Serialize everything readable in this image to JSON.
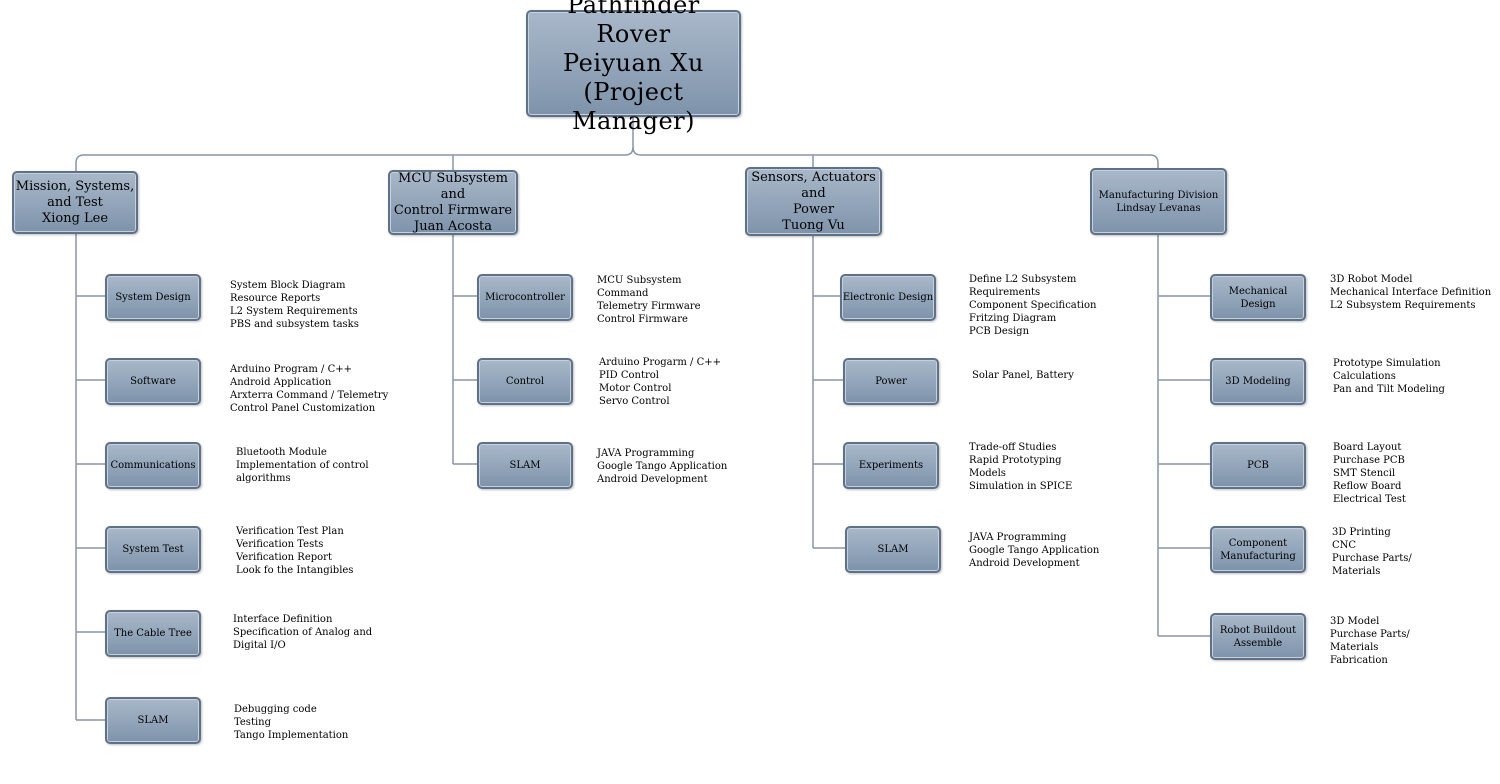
{
  "root": {
    "label": "Pathfinder  Rover\nPeiyuan Xu\n(Project Manager)"
  },
  "divisions": [
    {
      "label": "Mission, Systems,\nand Test\nXiong Lee",
      "tasks": [
        {
          "label": "System Design",
          "notes": "System Block Diagram\nResource Reports\nL2 System Requirements\nPBS and subsystem tasks"
        },
        {
          "label": "Software",
          "notes": "Arduino Program / C++\nAndroid Application\nArxterra Command / Telemetry\nControl Panel Customization"
        },
        {
          "label": "Communications",
          "notes": "Bluetooth Module\nImplementation of control\nalgorithms"
        },
        {
          "label": "System Test",
          "notes": "Verification Test Plan\nVerification Tests\nVerification Report\nLook fo the Intangibles"
        },
        {
          "label": "The Cable Tree",
          "notes": "Interface Definition\nSpecification of Analog and\nDigital I/O"
        },
        {
          "label": "SLAM",
          "notes": "Debugging code\nTesting\nTango Implementation"
        }
      ]
    },
    {
      "label": "MCU Subsystem and\nControl Firmware\nJuan Acosta",
      "tasks": [
        {
          "label": "Microcontroller",
          "notes": "MCU Subsystem\nCommand\nTelemetry Firmware\nControl Firmware"
        },
        {
          "label": "Control",
          "notes": "Arduino Progarm / C++\nPID Control\nMotor Control\nServo Control"
        },
        {
          "label": "SLAM",
          "notes": "JAVA Programming\nGoogle Tango Application\nAndroid Development"
        }
      ]
    },
    {
      "label": "Sensors, Actuators and\nPower\nTuong Vu",
      "tasks": [
        {
          "label": "Electronic Design",
          "notes": "Define L2 Subsystem\nRequirements\nComponent Specification\nFritzing Diagram\nPCB Design"
        },
        {
          "label": "Power",
          "notes": "Solar Panel, Battery"
        },
        {
          "label": "Experiments",
          "notes": "Trade-off Studies\nRapid Prototyping\nModels\nSimulation in SPICE"
        },
        {
          "label": "SLAM",
          "notes": "JAVA Programming\nGoogle Tango Application\nAndroid Development"
        }
      ]
    },
    {
      "label": "Manufacturing Division\nLindsay Levanas",
      "tasks": [
        {
          "label": "Mechanical Design",
          "notes": "3D Robot Model\nMechanical Interface Definition\nL2 Subsystem Requirements"
        },
        {
          "label": "3D Modeling",
          "notes": "Prototype Simulation\nCalculations\nPan and Tilt Modeling"
        },
        {
          "label": "PCB",
          "notes": "Board Layout\nPurchase PCB\nSMT Stencil\nReflow Board\nElectrical Test"
        },
        {
          "label": "Component\nManufacturing",
          "notes": "3D Printing\nCNC\nPurchase Parts/\nMaterials"
        },
        {
          "label": "Robot Buildout\nAssemble",
          "notes": "3D Model\nPurchase Parts/\nMaterials\nFabrication"
        }
      ]
    }
  ]
}
